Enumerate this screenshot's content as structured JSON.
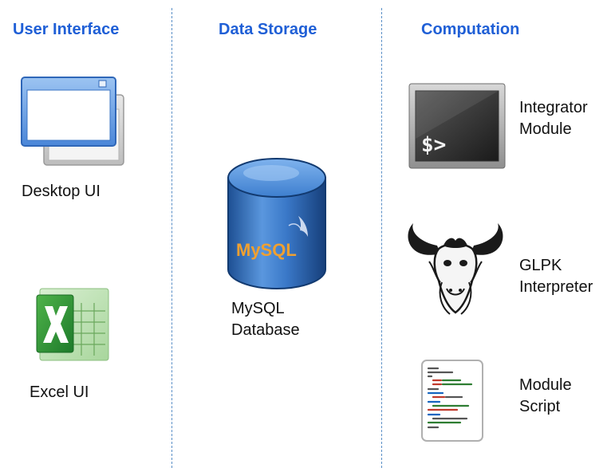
{
  "columns": {
    "ui": {
      "title": "User Interface",
      "items": [
        {
          "icon": "desktop-window-icon",
          "label": "Desktop UI"
        },
        {
          "icon": "excel-icon",
          "label": "Excel UI"
        }
      ]
    },
    "storage": {
      "title": "Data Storage",
      "items": [
        {
          "icon": "mysql-database-icon",
          "label_line1": "MySQL",
          "label_line2": "Database",
          "logo_text": "MySQL"
        }
      ]
    },
    "computation": {
      "title": "Computation",
      "items": [
        {
          "icon": "terminal-icon",
          "label_line1": "Integrator",
          "label_line2": "Module",
          "prompt": "$>"
        },
        {
          "icon": "gnu-head-icon",
          "label_line1": "GLPK",
          "label_line2": "Interpreter"
        },
        {
          "icon": "script-document-icon",
          "label_line1": "Module",
          "label_line2": "Script"
        }
      ]
    }
  },
  "colors": {
    "title": "#1f5fd6",
    "divider": "#5a8fc7",
    "db_blue": "#2f6fc0",
    "excel_green": "#2e8b3a"
  }
}
